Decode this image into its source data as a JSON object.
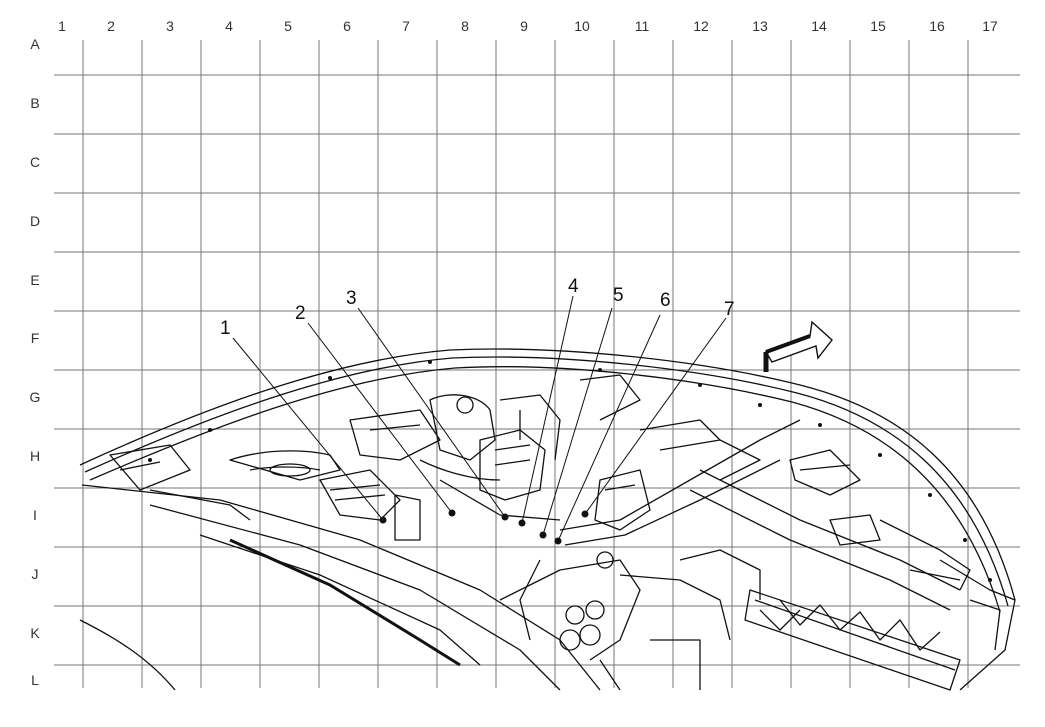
{
  "grid": {
    "columns": [
      "1",
      "2",
      "3",
      "4",
      "5",
      "6",
      "7",
      "8",
      "9",
      "10",
      "11",
      "12",
      "13",
      "14",
      "15",
      "16",
      "17"
    ],
    "rows": [
      "A",
      "B",
      "C",
      "D",
      "E",
      "F",
      "G",
      "H",
      "I",
      "J",
      "K",
      "L"
    ]
  },
  "callouts": [
    "1",
    "2",
    "3",
    "4",
    "5",
    "6",
    "7"
  ]
}
